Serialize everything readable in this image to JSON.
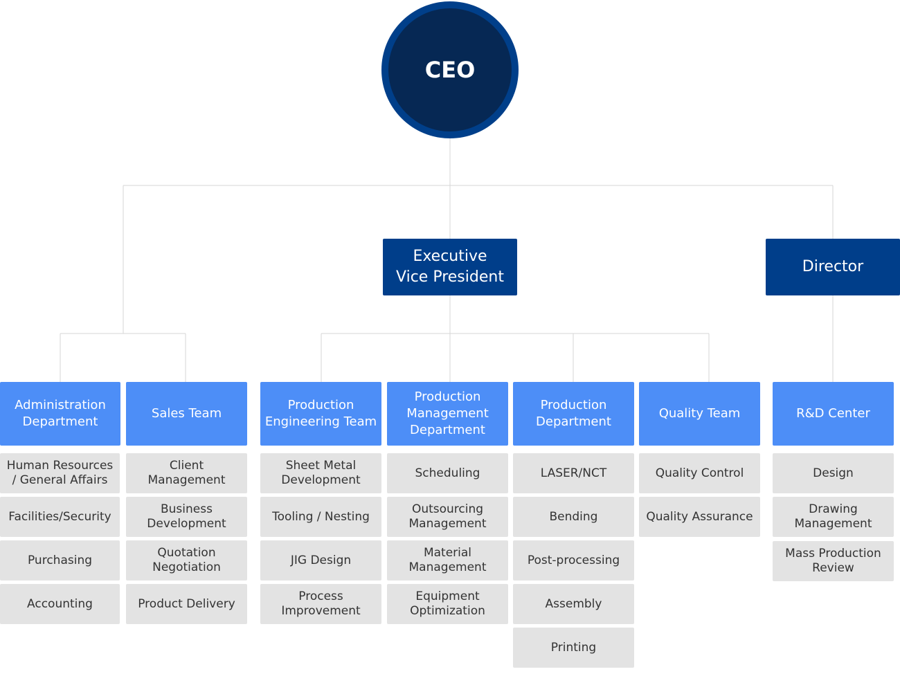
{
  "ceo": {
    "label": "CEO"
  },
  "executives": {
    "evp": "Executive\nVice President",
    "director": "Director"
  },
  "departments": {
    "admin": {
      "label": "Administration\nDepartment",
      "items": [
        "Human Resources\n/ General Affairs",
        "Facilities/Security",
        "Purchasing",
        "Accounting"
      ]
    },
    "sales": {
      "label": "Sales Team",
      "items": [
        "Client\nManagement",
        "Business\nDevelopment",
        "Quotation\nNegotiation",
        "Product Delivery"
      ]
    },
    "prodeng": {
      "label": "Production\nEngineering Team",
      "items": [
        "Sheet Metal\nDevelopment",
        "Tooling / Nesting",
        "JIG Design",
        "Process\nImprovement"
      ]
    },
    "prodmgmt": {
      "label": "Production\nManagement\nDepartment",
      "items": [
        "Scheduling",
        "Outsourcing\nManagement",
        "Material\nManagement",
        "Equipment\nOptimization"
      ]
    },
    "prod": {
      "label": "Production\nDepartment",
      "items": [
        "LASER/NCT",
        "Bending",
        "Post-processing",
        "Assembly",
        "Printing"
      ]
    },
    "quality": {
      "label": "Quality Team",
      "items": [
        "Quality Control",
        "Quality Assurance"
      ]
    },
    "rnd": {
      "label": "R&D Center",
      "items": [
        "Design",
        "Drawing\nManagement",
        "Mass Production\nReview"
      ]
    }
  }
}
